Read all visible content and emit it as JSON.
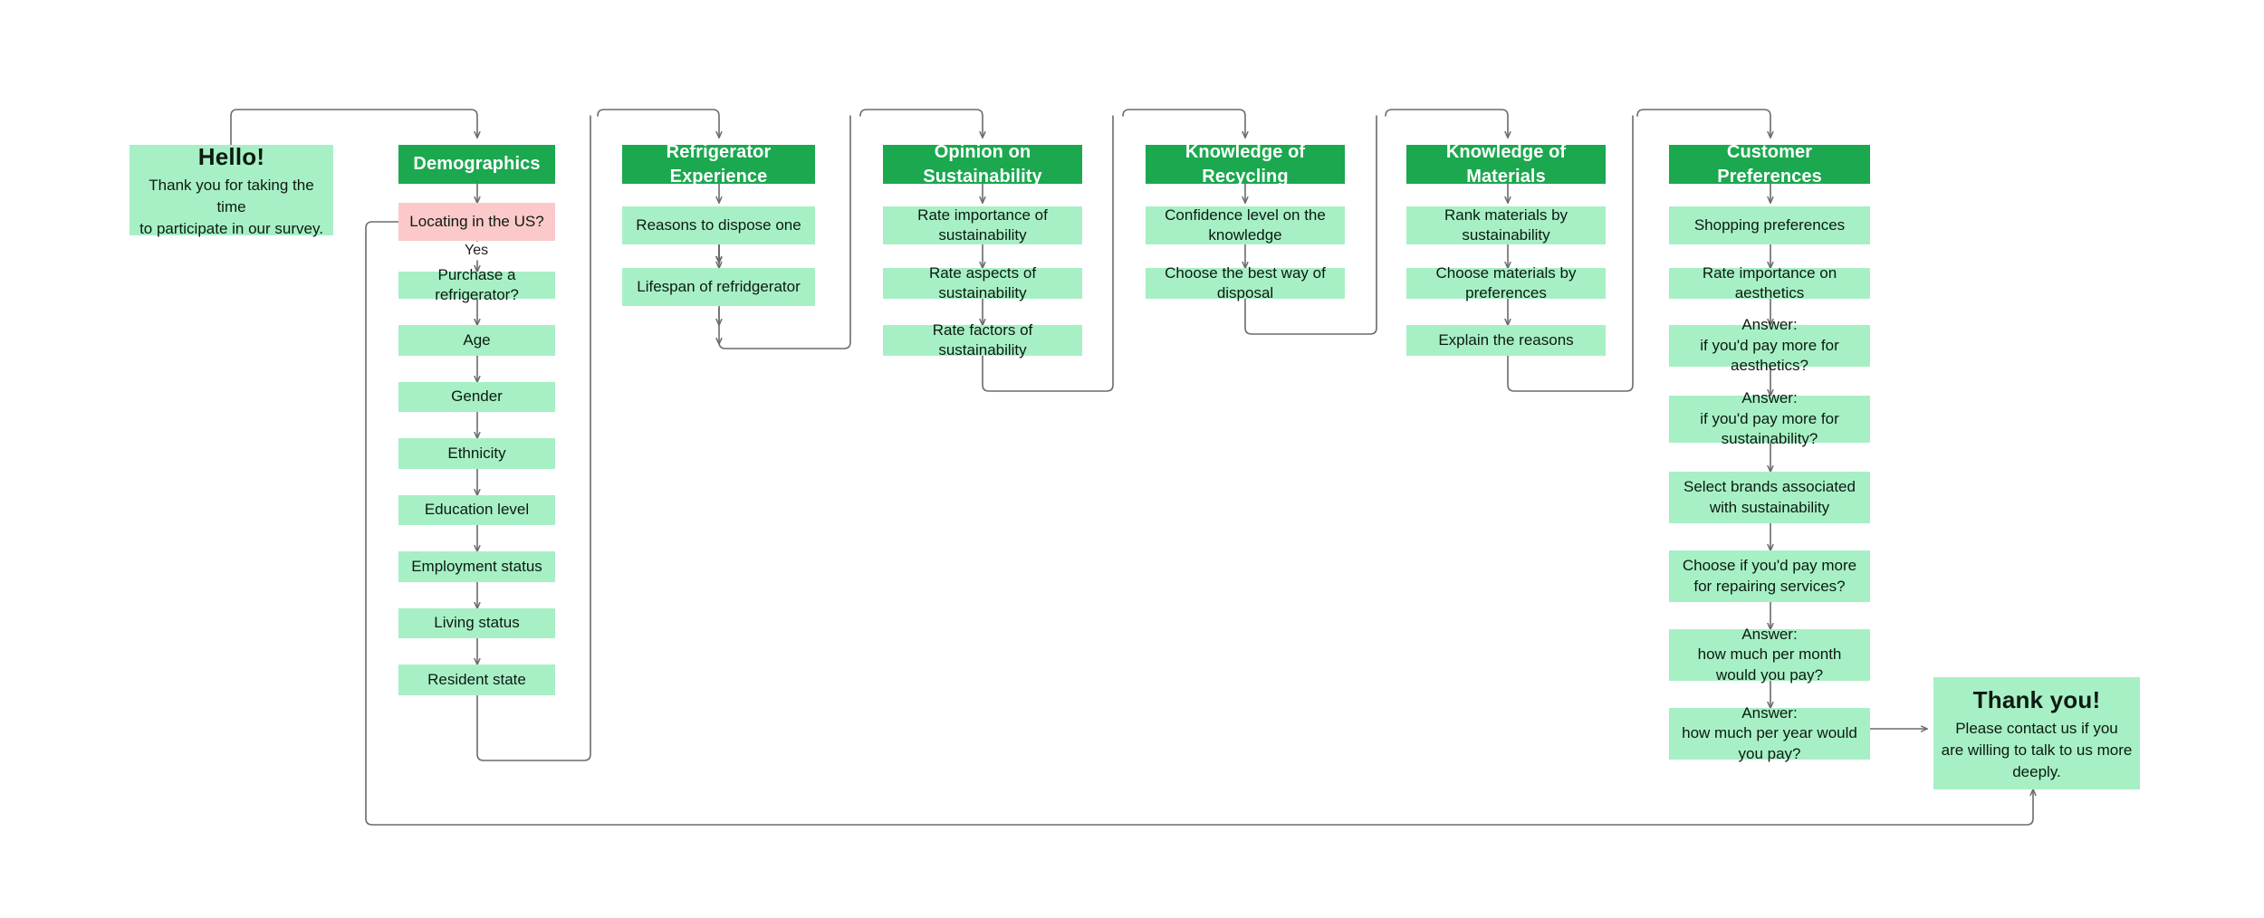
{
  "diagram": {
    "title": "Survey flow diagram",
    "colors": {
      "header_green": "#1ba84f",
      "step_green": "#a7f0c5",
      "decision_pink": "#fbc9c9",
      "connector_gray": "#6b6b6b",
      "text_dark": "#0d1a12",
      "background": "#ffffff"
    },
    "start": {
      "title": "Hello!",
      "line1": "Thank you for taking the time",
      "line2": "to participate in our survey."
    },
    "end": {
      "title": "Thank you!",
      "line1": "Please contact us if you",
      "line2": "are willing to talk to us more deeply."
    },
    "edge_labels": {
      "yes": "Yes"
    },
    "columns": [
      {
        "header": "Demographics",
        "nodes": [
          {
            "label": "Locating in the US?",
            "type": "decision"
          },
          {
            "label": "Purchase a refrigerator?",
            "type": "step"
          },
          {
            "label": "Age",
            "type": "step"
          },
          {
            "label": "Gender",
            "type": "step"
          },
          {
            "label": "Ethnicity",
            "type": "step"
          },
          {
            "label": "Education level",
            "type": "step"
          },
          {
            "label": "Employment status",
            "type": "step"
          },
          {
            "label": "Living status",
            "type": "step"
          },
          {
            "label": "Resident state",
            "type": "step"
          }
        ]
      },
      {
        "header": "Refrigerator Experience",
        "nodes": [
          {
            "label": "Reasons to dispose one",
            "type": "step"
          },
          {
            "label": "Lifespan of refridgerator",
            "type": "step"
          }
        ]
      },
      {
        "header": "Opinion on Sustainability",
        "nodes": [
          {
            "label": "Rate importance of sustainability",
            "type": "step"
          },
          {
            "label": "Rate aspects of sustainability",
            "type": "step"
          },
          {
            "label": "Rate factors of sustainability",
            "type": "step"
          }
        ]
      },
      {
        "header": "Knowledge of Recycling",
        "nodes": [
          {
            "label": "Confidence level on the knowledge",
            "type": "step"
          },
          {
            "label": "Choose the best way of disposal",
            "type": "step"
          }
        ]
      },
      {
        "header": "Knowledge of Materials",
        "nodes": [
          {
            "label": "Rank materials by sustainability",
            "type": "step"
          },
          {
            "label": "Choose materials by preferences",
            "type": "step"
          },
          {
            "label": "Explain the reasons",
            "type": "step"
          }
        ]
      },
      {
        "header": "Customer Preferences",
        "nodes": [
          {
            "label": "Shopping preferences",
            "type": "step"
          },
          {
            "label": "Rate importance on aesthetics",
            "type": "step"
          },
          {
            "label": "Answer:\nif you'd pay more for aesthetics?",
            "type": "step"
          },
          {
            "label": "Answer:\nif you'd pay more for sustainability?",
            "type": "step"
          },
          {
            "label": "Select brands associated with sustainability",
            "type": "step"
          },
          {
            "label": "Choose if you'd pay more for repairing services?",
            "type": "step"
          },
          {
            "label": "Answer:\nhow much per month would you pay?",
            "type": "step"
          },
          {
            "label": "Answer:\nhow much per year would you pay?",
            "type": "step"
          }
        ]
      }
    ]
  }
}
